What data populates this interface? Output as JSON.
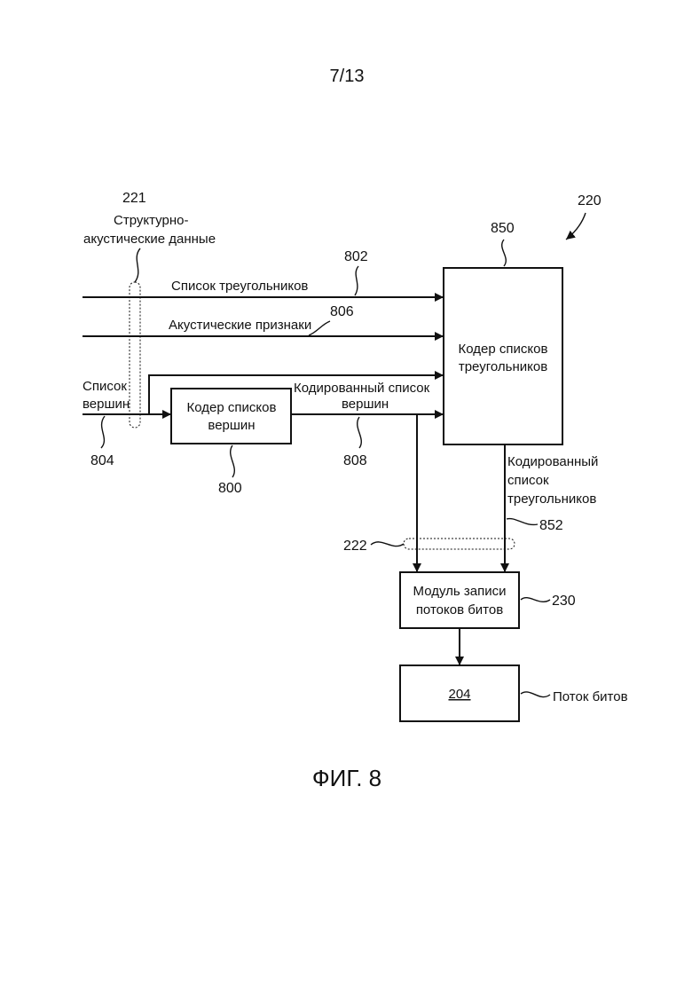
{
  "page_number": "7/13",
  "figure_caption": "ФИГ. 8",
  "references": {
    "system": "220",
    "acoustic_data": "221",
    "triangle_list": "802",
    "acoustic_features": "806",
    "vertex_list": "804",
    "vertex_encoder": "800",
    "encoded_vertex_list": "808",
    "triangle_encoder": "850",
    "encoded_triangle_list": "852",
    "bundle": "222",
    "bitstream_writer": "230"
  },
  "labels": {
    "acoustic_data_line1": "Структурно-",
    "acoustic_data_line2": "акустические данные",
    "triangle_list": "Список треугольников",
    "acoustic_features": "Акустические признаки",
    "vertex_list_line1": "Список",
    "vertex_list_line2": "вершин",
    "encoded_vertex_list_line1": "Кодированный список",
    "encoded_vertex_list_line2": "вершин",
    "encoded_triangle_list_line1": "Кодированный",
    "encoded_triangle_list_line2": "список",
    "encoded_triangle_list_line3": "треугольников",
    "bitstream_label": "Поток битов"
  },
  "boxes": {
    "vertex_encoder_line1": "Кодер списков",
    "vertex_encoder_line2": "вершин",
    "triangle_encoder_line1": "Кодер списков",
    "triangle_encoder_line2": "треугольников",
    "bitstream_writer_line1": "Модуль записи",
    "bitstream_writer_line2": "потоков битов",
    "bitstream_box": "204"
  }
}
